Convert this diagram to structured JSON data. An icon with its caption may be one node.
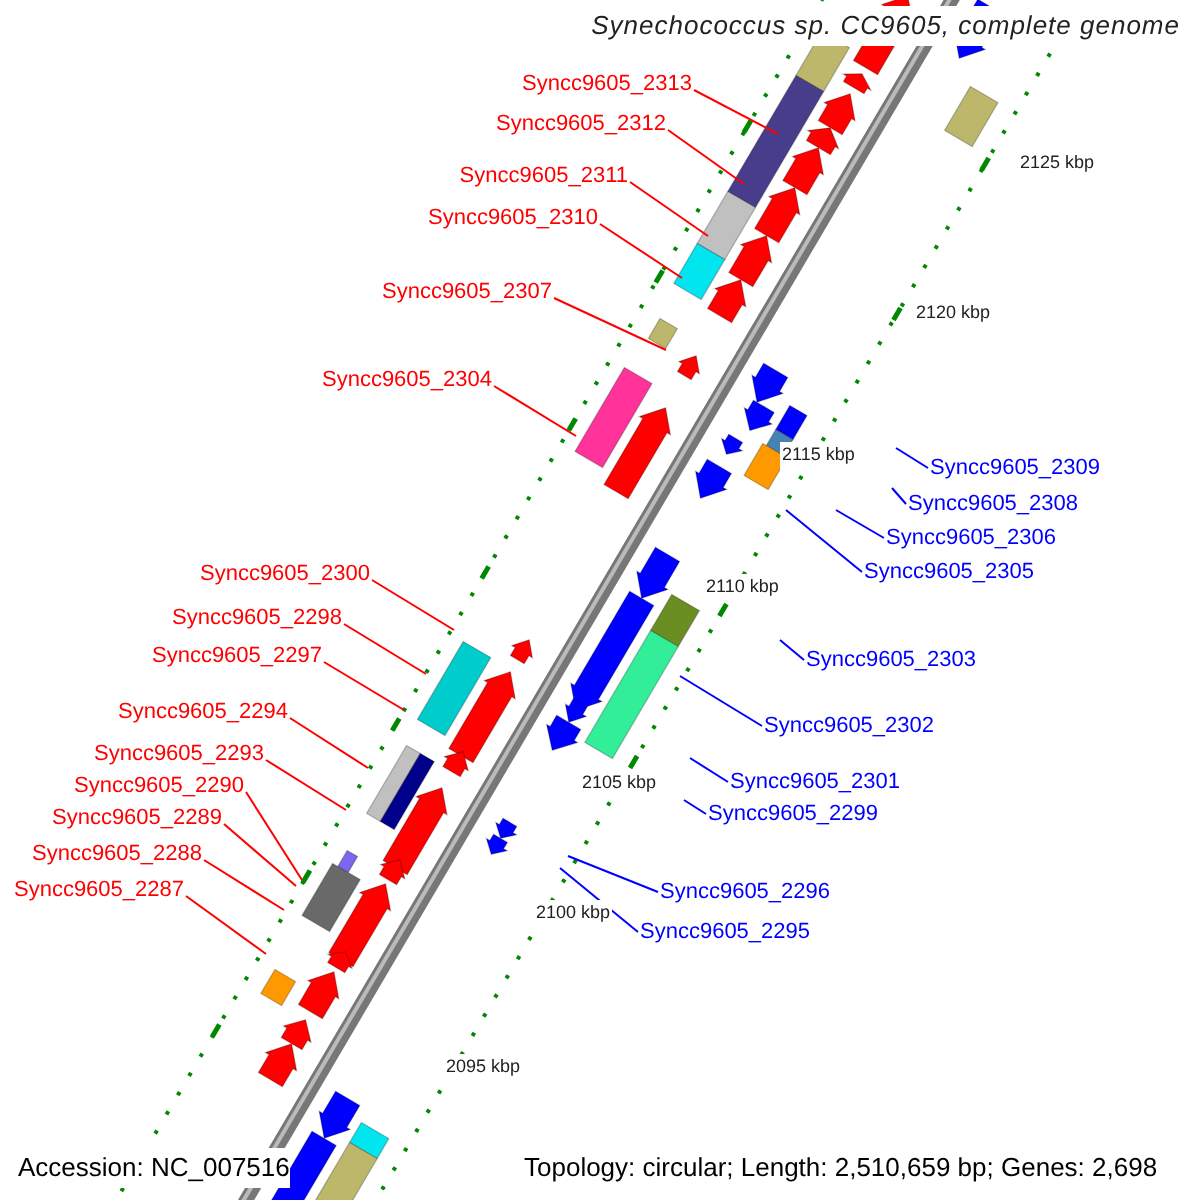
{
  "diagram": {
    "title": "Synechococcus sp. CC9605, complete genome",
    "nodes": [
      {
        "text": [
          "Syncc9605_2313"
        ]
      },
      {
        "text": [
          "Syncc9605_2312"
        ]
      },
      {
        "text": [
          "Syncc9605_2311"
        ]
      },
      {
        "text": [
          "Syncc9605_2310"
        ]
      },
      {
        "text": [
          "Syncc9605_2307"
        ]
      },
      {
        "text": [
          "Syncc9605_2304"
        ]
      },
      {
        "text": [
          "Syncc9605_2300"
        ]
      },
      {
        "text": [
          "Syncc9605_2298"
        ]
      },
      {
        "text": [
          "Syncc9605_2297"
        ]
      },
      {
        "text": [
          "Syncc9605_2294"
        ]
      },
      {
        "text": [
          "Syncc9605_2293"
        ]
      },
      {
        "text": [
          "Syncc9605_2290"
        ]
      },
      {
        "text": [
          "Syncc9605_2289"
        ]
      },
      {
        "text": [
          "Syncc9605_2288"
        ]
      },
      {
        "text": [
          "Syncc9605_2287"
        ]
      },
      {
        "text": [
          "Syncc9605_2309"
        ]
      },
      {
        "text": [
          "Syncc9605_2308"
        ]
      },
      {
        "text": [
          "Syncc9605_2306"
        ]
      },
      {
        "text": [
          "Syncc9605_2305"
        ]
      },
      {
        "text": [
          "Syncc9605_2303"
        ]
      },
      {
        "text": [
          "Syncc9605_2302"
        ]
      },
      {
        "text": [
          "Syncc9605_2301"
        ]
      },
      {
        "text": [
          "Syncc9605_2299"
        ]
      },
      {
        "text": [
          "Syncc9605_2296"
        ]
      },
      {
        "text": [
          "Syncc9605_2295"
        ]
      }
    ],
    "edges": [
      {
        "from": 0,
        "to": null,
        "arrow": "none"
      },
      {
        "from": 1,
        "to": null,
        "arrow": "none"
      },
      {
        "from": 2,
        "to": null,
        "arrow": "none"
      },
      {
        "from": 3,
        "to": null,
        "arrow": "none"
      },
      {
        "from": 4,
        "to": null,
        "arrow": "none"
      },
      {
        "from": 5,
        "to": null,
        "arrow": "none"
      },
      {
        "from": 6,
        "to": null,
        "arrow": "none"
      },
      {
        "from": 7,
        "to": null,
        "arrow": "none"
      },
      {
        "from": 8,
        "to": null,
        "arrow": "none"
      },
      {
        "from": 9,
        "to": null,
        "arrow": "none"
      },
      {
        "from": 10,
        "to": null,
        "arrow": "none"
      },
      {
        "from": 11,
        "to": null,
        "arrow": "none"
      },
      {
        "from": 12,
        "to": null,
        "arrow": "none"
      },
      {
        "from": 13,
        "to": null,
        "arrow": "none"
      },
      {
        "from": 14,
        "to": null,
        "arrow": "none"
      },
      {
        "from": 15,
        "to": null,
        "arrow": "none",
        "color": "#0000ff"
      },
      {
        "from": 16,
        "to": null,
        "arrow": "none",
        "color": "#0000ff"
      },
      {
        "from": 17,
        "to": null,
        "arrow": "none",
        "color": "#0000ff"
      },
      {
        "from": 18,
        "to": null,
        "arrow": "none",
        "color": "#0000ff"
      },
      {
        "from": 19,
        "to": null,
        "arrow": "none",
        "color": "#0000ff"
      },
      {
        "from": 20,
        "to": null,
        "arrow": "none",
        "color": "#0000ff"
      },
      {
        "from": 21,
        "to": null,
        "arrow": "none",
        "color": "#0000ff"
      },
      {
        "from": 22,
        "to": null,
        "arrow": "none",
        "color": "#0000ff"
      },
      {
        "from": 23,
        "to": null,
        "arrow": "none",
        "color": "#0000ff"
      },
      {
        "from": 24,
        "to": null,
        "arrow": "none",
        "color": "#0000ff"
      }
    ],
    "labels": [
      "2125 kbp",
      "2120 kbp",
      "2115 kbp",
      "2110 kbp",
      "2105 kbp",
      "2100 kbp",
      "2095 kbp",
      "Accession: NC_007516",
      "Topology: circular; Length: 2,510,659 bp; Genes: 2,698"
    ]
  }
}
